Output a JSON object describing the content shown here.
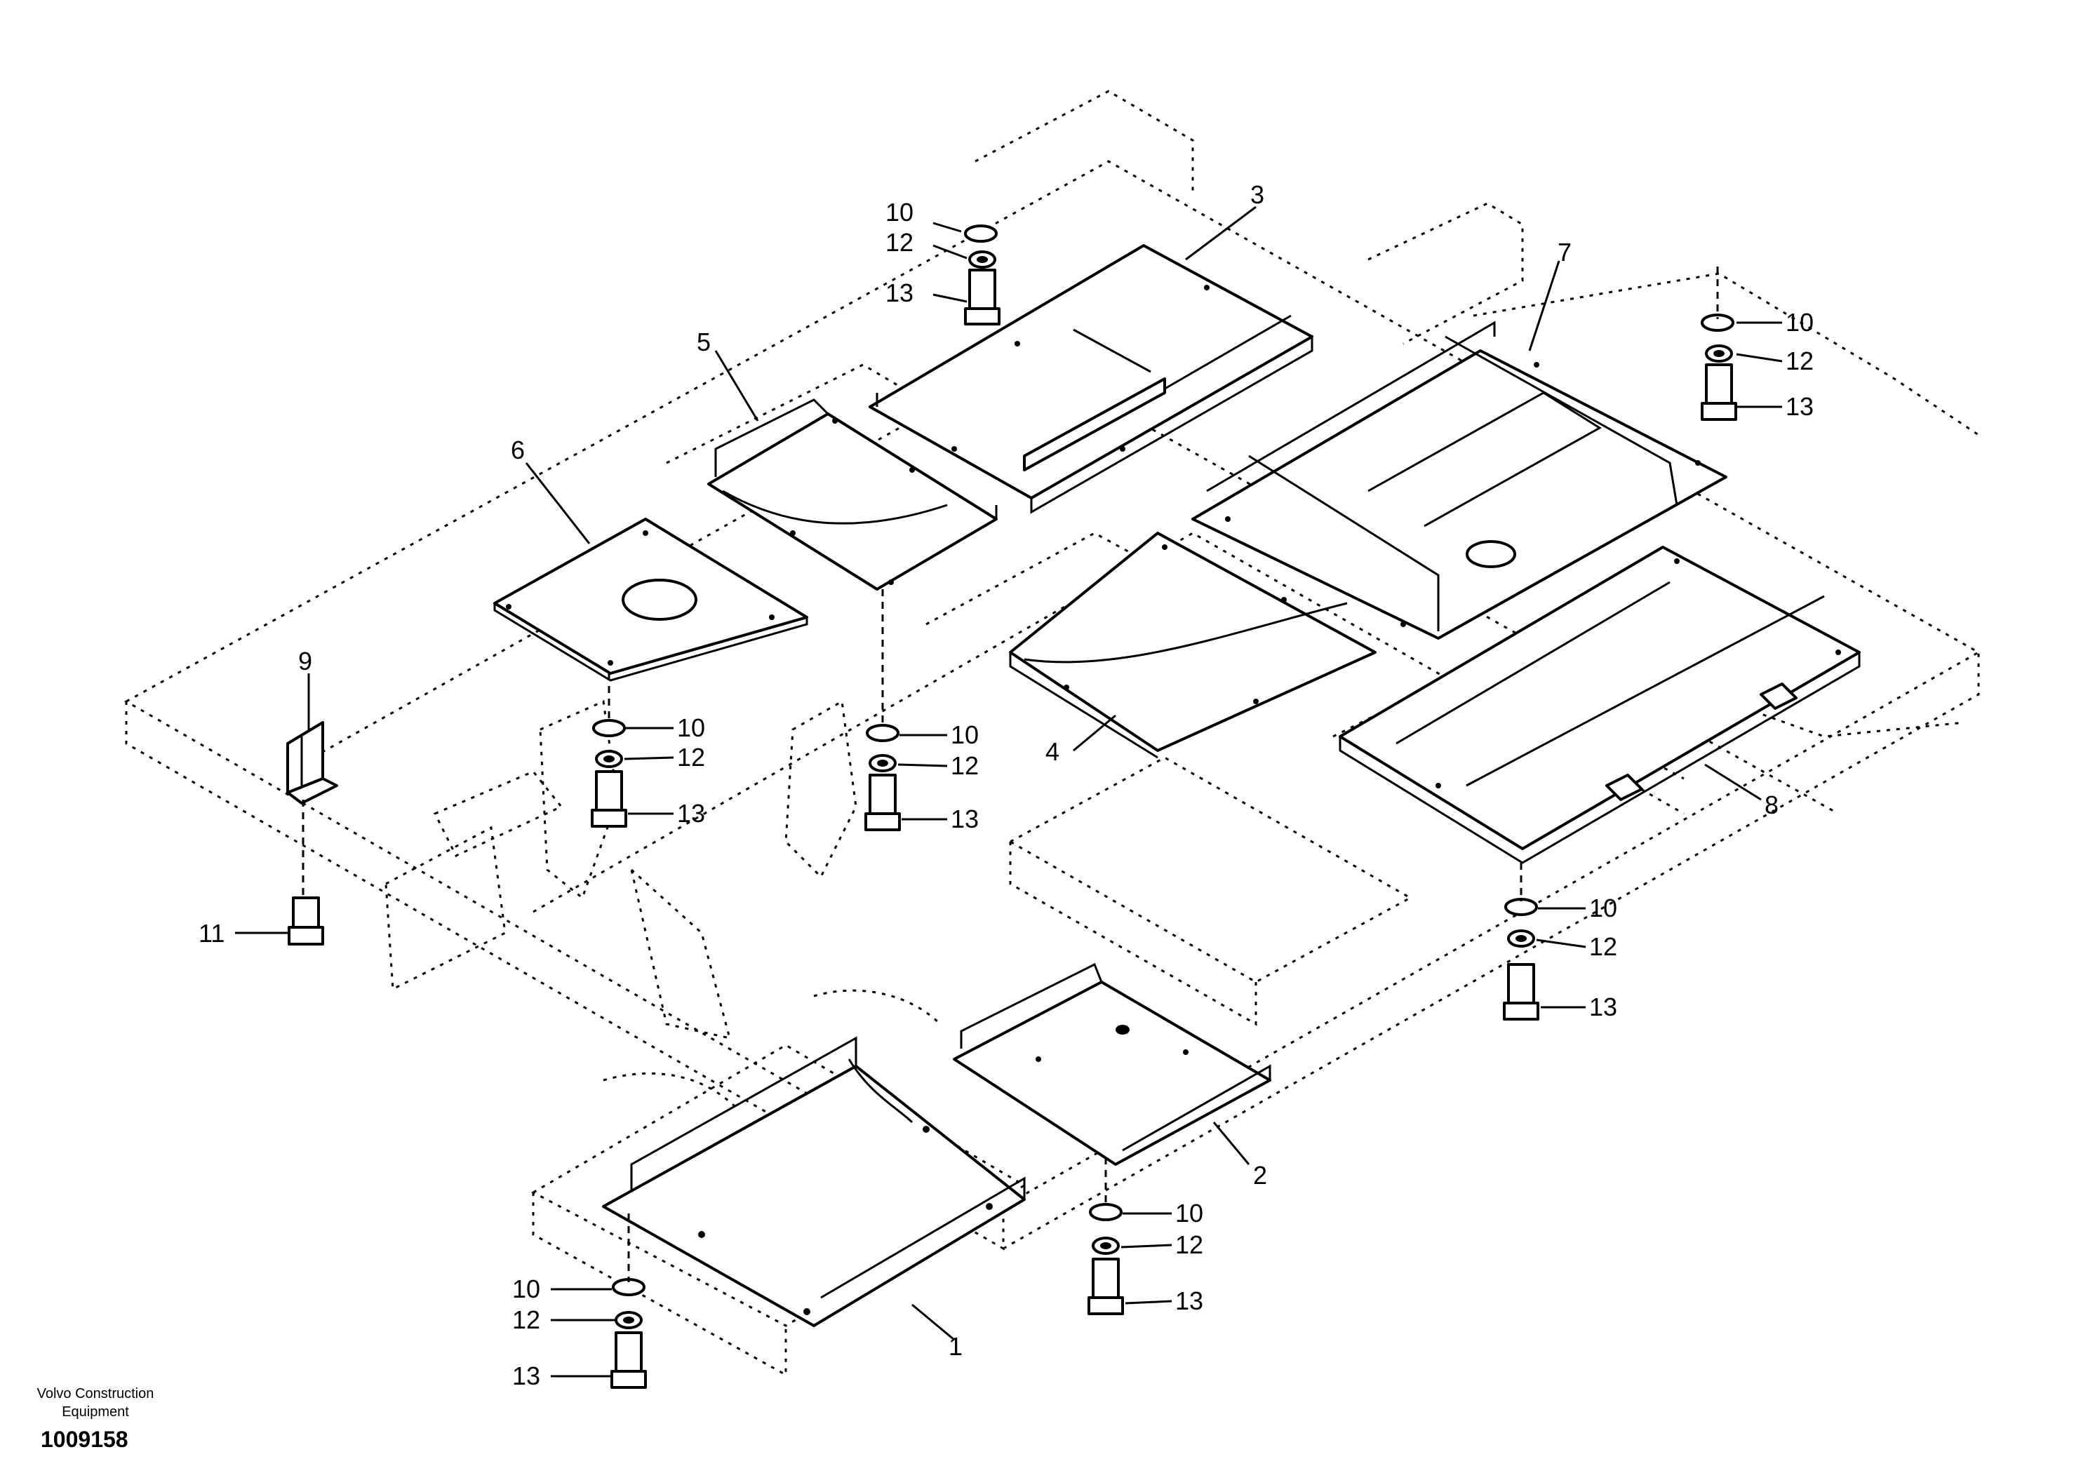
{
  "diagram": {
    "part_numbers": [
      "1",
      "2",
      "3",
      "4",
      "5",
      "6",
      "7",
      "8",
      "9",
      "10",
      "11",
      "12",
      "13"
    ]
  },
  "footer": {
    "brand_line1": "Volvo Construction",
    "brand_line2": "Equipment",
    "document_number": "1009158"
  }
}
